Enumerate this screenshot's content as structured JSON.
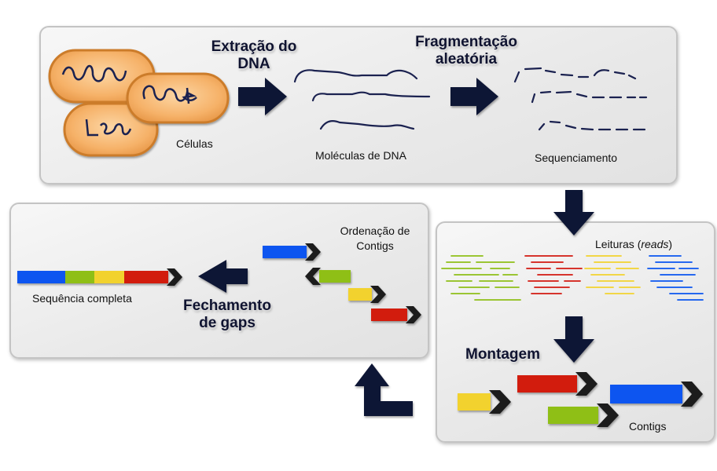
{
  "labels": {
    "extracao": "Extração do DNA",
    "fragmentacao": "Fragmentação aleatória",
    "celulas": "Células",
    "moleculas": "Moléculas de DNA",
    "sequenciamento": "Sequenciamento",
    "leituras_prefix": "Leituras (",
    "leituras_em": "reads",
    "leituras_suffix": ")",
    "montagem": "Montagem",
    "contigs": "Contigs",
    "ordenacao": "Ordenação de Contigs",
    "fechamento": "Fechamento de gaps",
    "sequencia": "Sequência completa"
  },
  "colors": {
    "navy": "#101534",
    "blue": "#0a55f0",
    "green": "#8fbf18",
    "yellow": "#f2d22e",
    "red": "#d21a10",
    "cell_fill": "#f6b269",
    "cell_stroke": "#cc7c2a",
    "dna": "#1b2250"
  }
}
